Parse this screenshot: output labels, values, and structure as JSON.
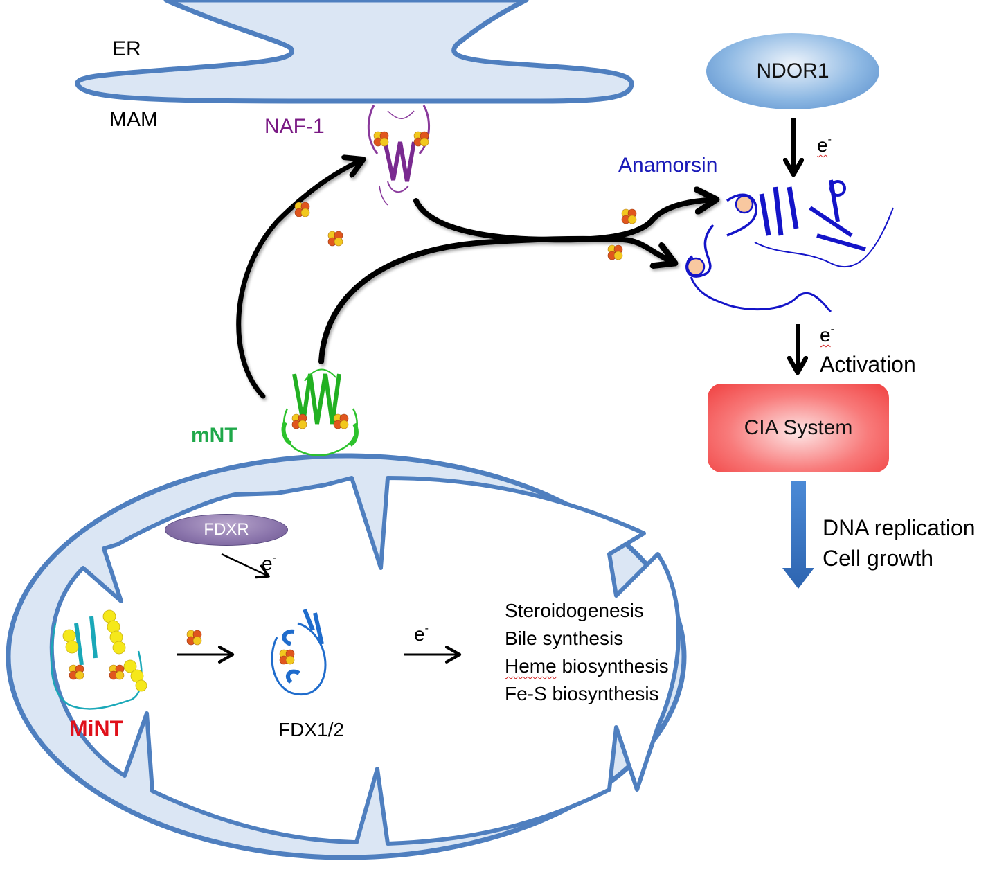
{
  "compartments": {
    "er": "ER",
    "mam": "MAM"
  },
  "proteins": {
    "naf1": "NAF-1",
    "anamorsin": "Anamorsin",
    "mnt": "mNT",
    "mint": "MiNT",
    "fdx": "FDX1/2"
  },
  "nodes": {
    "ndor1": "NDOR1",
    "cia": "CIA System",
    "fdxr": "FDXR"
  },
  "electron": {
    "symbol": "e",
    "charge": "-"
  },
  "labels": {
    "activation": "Activation"
  },
  "outcomes": [
    "DNA replication",
    "Cell growth"
  ],
  "mito_processes": [
    {
      "first": "Steroidogenesis",
      "rest": ""
    },
    {
      "first": "Bile",
      "rest": " synthesis"
    },
    {
      "first": "Heme",
      "rest": " biosynthesis"
    },
    {
      "first": "Fe-S",
      "rest": " biosynthesis"
    }
  ],
  "colors": {
    "membrane_stroke": "#4f7fbf",
    "membrane_fill": "#dbe6f4",
    "naf1": "#7a1a84",
    "anamorsin": "#1a1ab8",
    "mnt": "#1fa84a",
    "mint": "#e0101a",
    "cluster_iron": "#e0561e",
    "cluster_sulfur": "#f2c81e"
  }
}
